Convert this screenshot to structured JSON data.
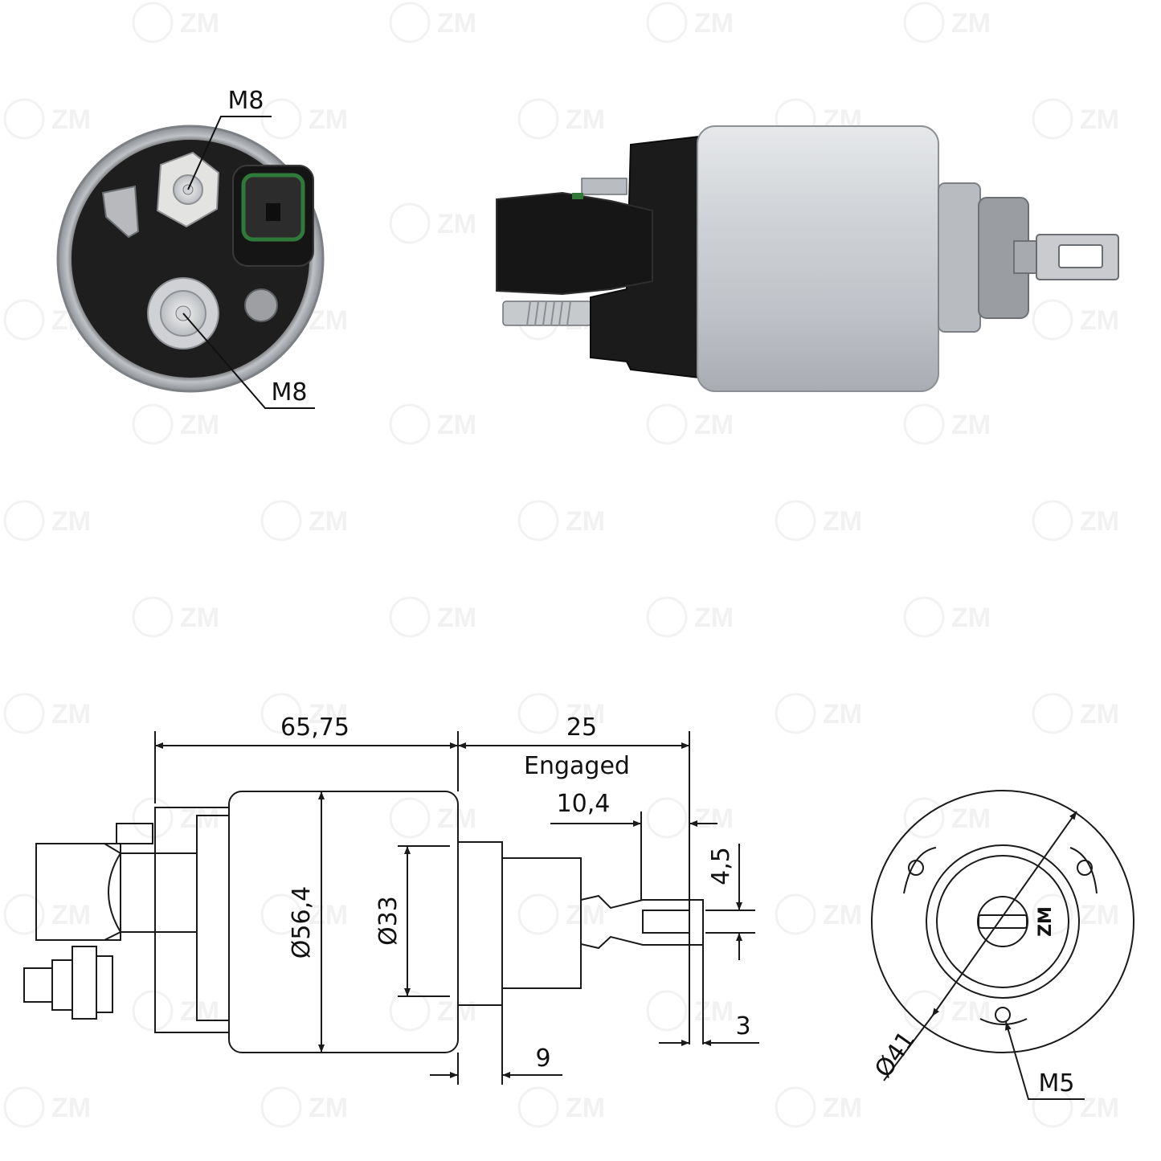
{
  "watermark": {
    "text": "ZM",
    "color": "#000000"
  },
  "photo_labels": {
    "terminal_top": "M8",
    "terminal_bottom": "M8"
  },
  "dimensions": {
    "body_length": "65,75",
    "plunger_travel": "25",
    "engaged_label": "Engaged",
    "fork_offset": "10,4",
    "fork_slot": "4,5",
    "fork_thickness": "3",
    "nose_length": "9",
    "body_diameter": "Ø56,4",
    "nose_diameter": "Ø33",
    "flange_diameter": "Ø41",
    "mount_thread": "M5",
    "end_logo": "ZM"
  },
  "colors": {
    "line": "#1a1a1a",
    "metal": "#c9ccd1",
    "connector": "#1c1c1c",
    "seal_green": "#2f7a3a"
  }
}
